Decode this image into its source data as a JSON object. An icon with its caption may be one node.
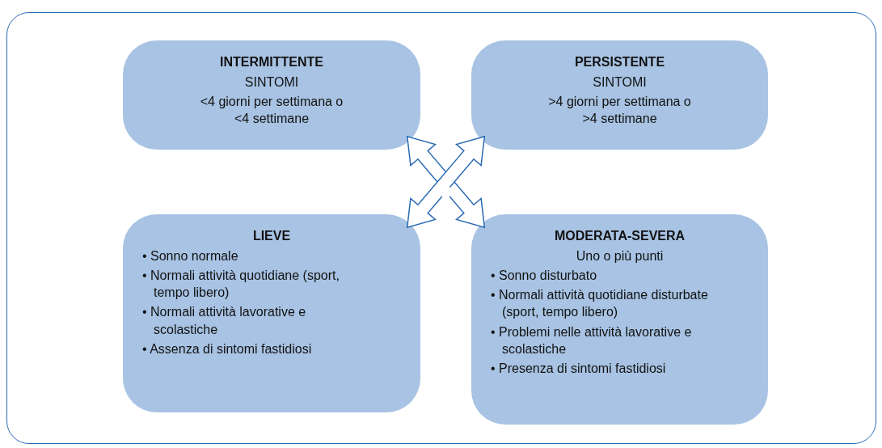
{
  "diagram": {
    "nodes": [
      {
        "text": [
          "INTERMITTENTE",
          "SINTOMI",
          "<4 giorni per settimana o <4 settimane"
        ]
      },
      {
        "text": [
          "PERSISTENTE",
          "SINTOMI",
          ">4 giorni per settimana o >4 settimane"
        ]
      },
      {
        "text": [
          "LIEVE",
          "• Sonno normale",
          "• Normali attività quotidiane (sport, tempo libero)",
          "• Normali attività lavorative e scolastiche",
          "• Assenza di sintomi fastidiosi"
        ]
      },
      {
        "text": [
          "MODERATA-SEVERA",
          "Uno o più punti",
          "• Sonno disturbato",
          "• Normali attività quotidiane disturbate (sport, tempo libero)",
          "• Problemi nelle attività lavorative e scolastiche",
          "• Presenza di sintomi fastidiosi"
        ]
      }
    ],
    "edges": [
      {
        "from": 0,
        "to": 3,
        "arrow": "both"
      },
      {
        "from": 1,
        "to": 2,
        "arrow": "both"
      }
    ]
  }
}
